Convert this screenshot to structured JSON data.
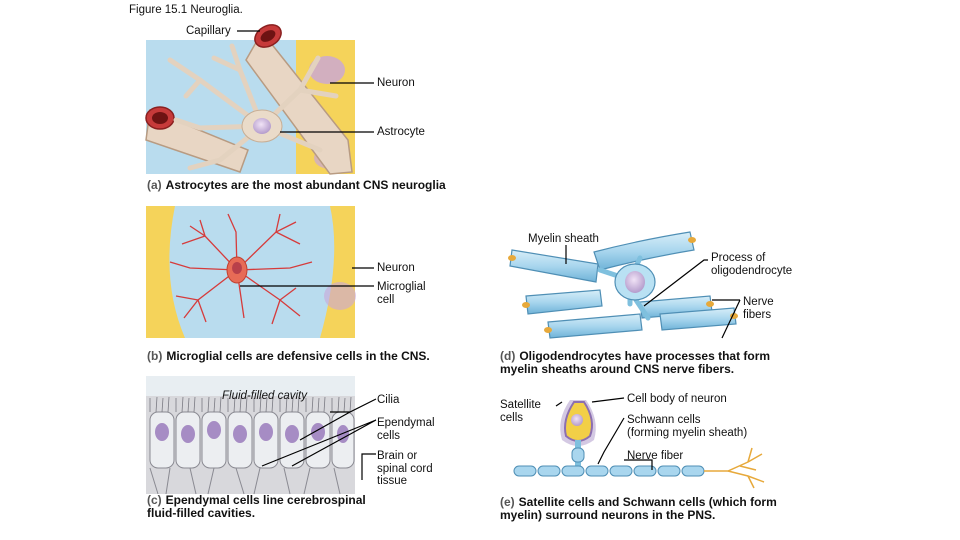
{
  "figure_title": "Figure 15.1 Neuroglia.",
  "panel_a": {
    "labels": {
      "capillary": "Capillary",
      "neuron": "Neuron",
      "astrocyte": "Astrocyte"
    },
    "caption_tag": "(a)",
    "caption": "Astrocytes are the most abundant CNS neuroglia"
  },
  "panel_b": {
    "labels": {
      "neuron": "Neuron",
      "microglial_cell": "Microglial\ncell"
    },
    "caption_tag": "(b)",
    "caption": "Microglial cells are defensive cells in the CNS."
  },
  "panel_c": {
    "labels": {
      "cavity": "Fluid-filled cavity",
      "cilia": "Cilia",
      "ependymal": "Ependymal\ncells",
      "brain": "Brain or\nspinal cord\ntissue"
    },
    "caption_tag": "(c)",
    "caption": "Ependymal cells line cerebrospinal\nfluid-filled cavities."
  },
  "panel_d": {
    "labels": {
      "myelin": "Myelin sheath",
      "process": "Process of\noligodendrocyte",
      "fibers": "Nerve\nfibers"
    },
    "caption_tag": "(d)",
    "caption": "Oligodendrocytes have processes that form\nmyelin sheaths around CNS nerve fibers."
  },
  "panel_e": {
    "labels": {
      "satellite": "Satellite\ncells",
      "cell_body": "Cell body of neuron",
      "schwann": "Schwann cells\n(forming myelin sheath)",
      "nerve_fiber": "Nerve fiber"
    },
    "caption_tag": "(e)",
    "caption": "Satellite cells and Schwann cells (which form\nmyelin) surround neurons in the PNS."
  }
}
